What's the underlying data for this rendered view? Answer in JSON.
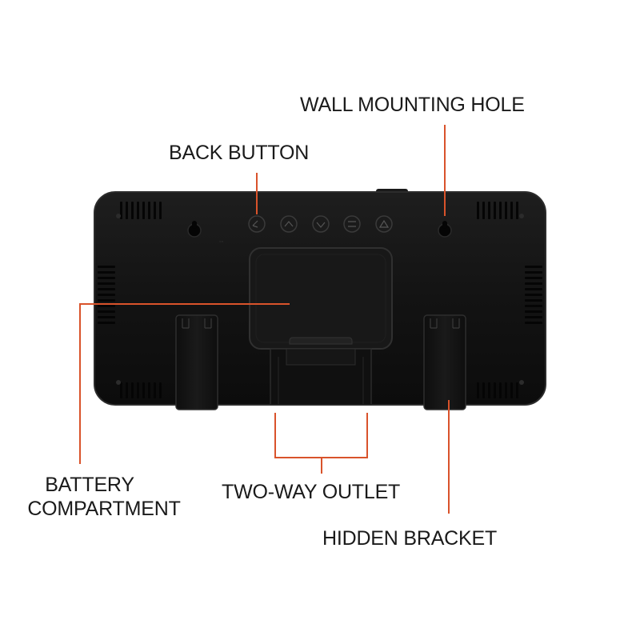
{
  "labels": {
    "wall_mounting_hole": "WALL MOUNTING HOLE",
    "back_button": "BACK BUTTON",
    "battery_compartment_line1": "BATTERY",
    "battery_compartment_line2": "COMPARTMENT",
    "two_way_outlet": "TWO-WAY OUTLET",
    "hidden_bracket": "HIDDEN BRACKET"
  },
  "colors": {
    "background": "#ffffff",
    "device_body": "#141414",
    "device_edge": "#2a2a2a",
    "callout_line": "#d9532b",
    "label_text": "#1a1a1a"
  },
  "buttons": {
    "count": 5,
    "icons": [
      "back-icon",
      "up-icon",
      "down-icon",
      "snooze-icon",
      "alarm-icon"
    ]
  }
}
